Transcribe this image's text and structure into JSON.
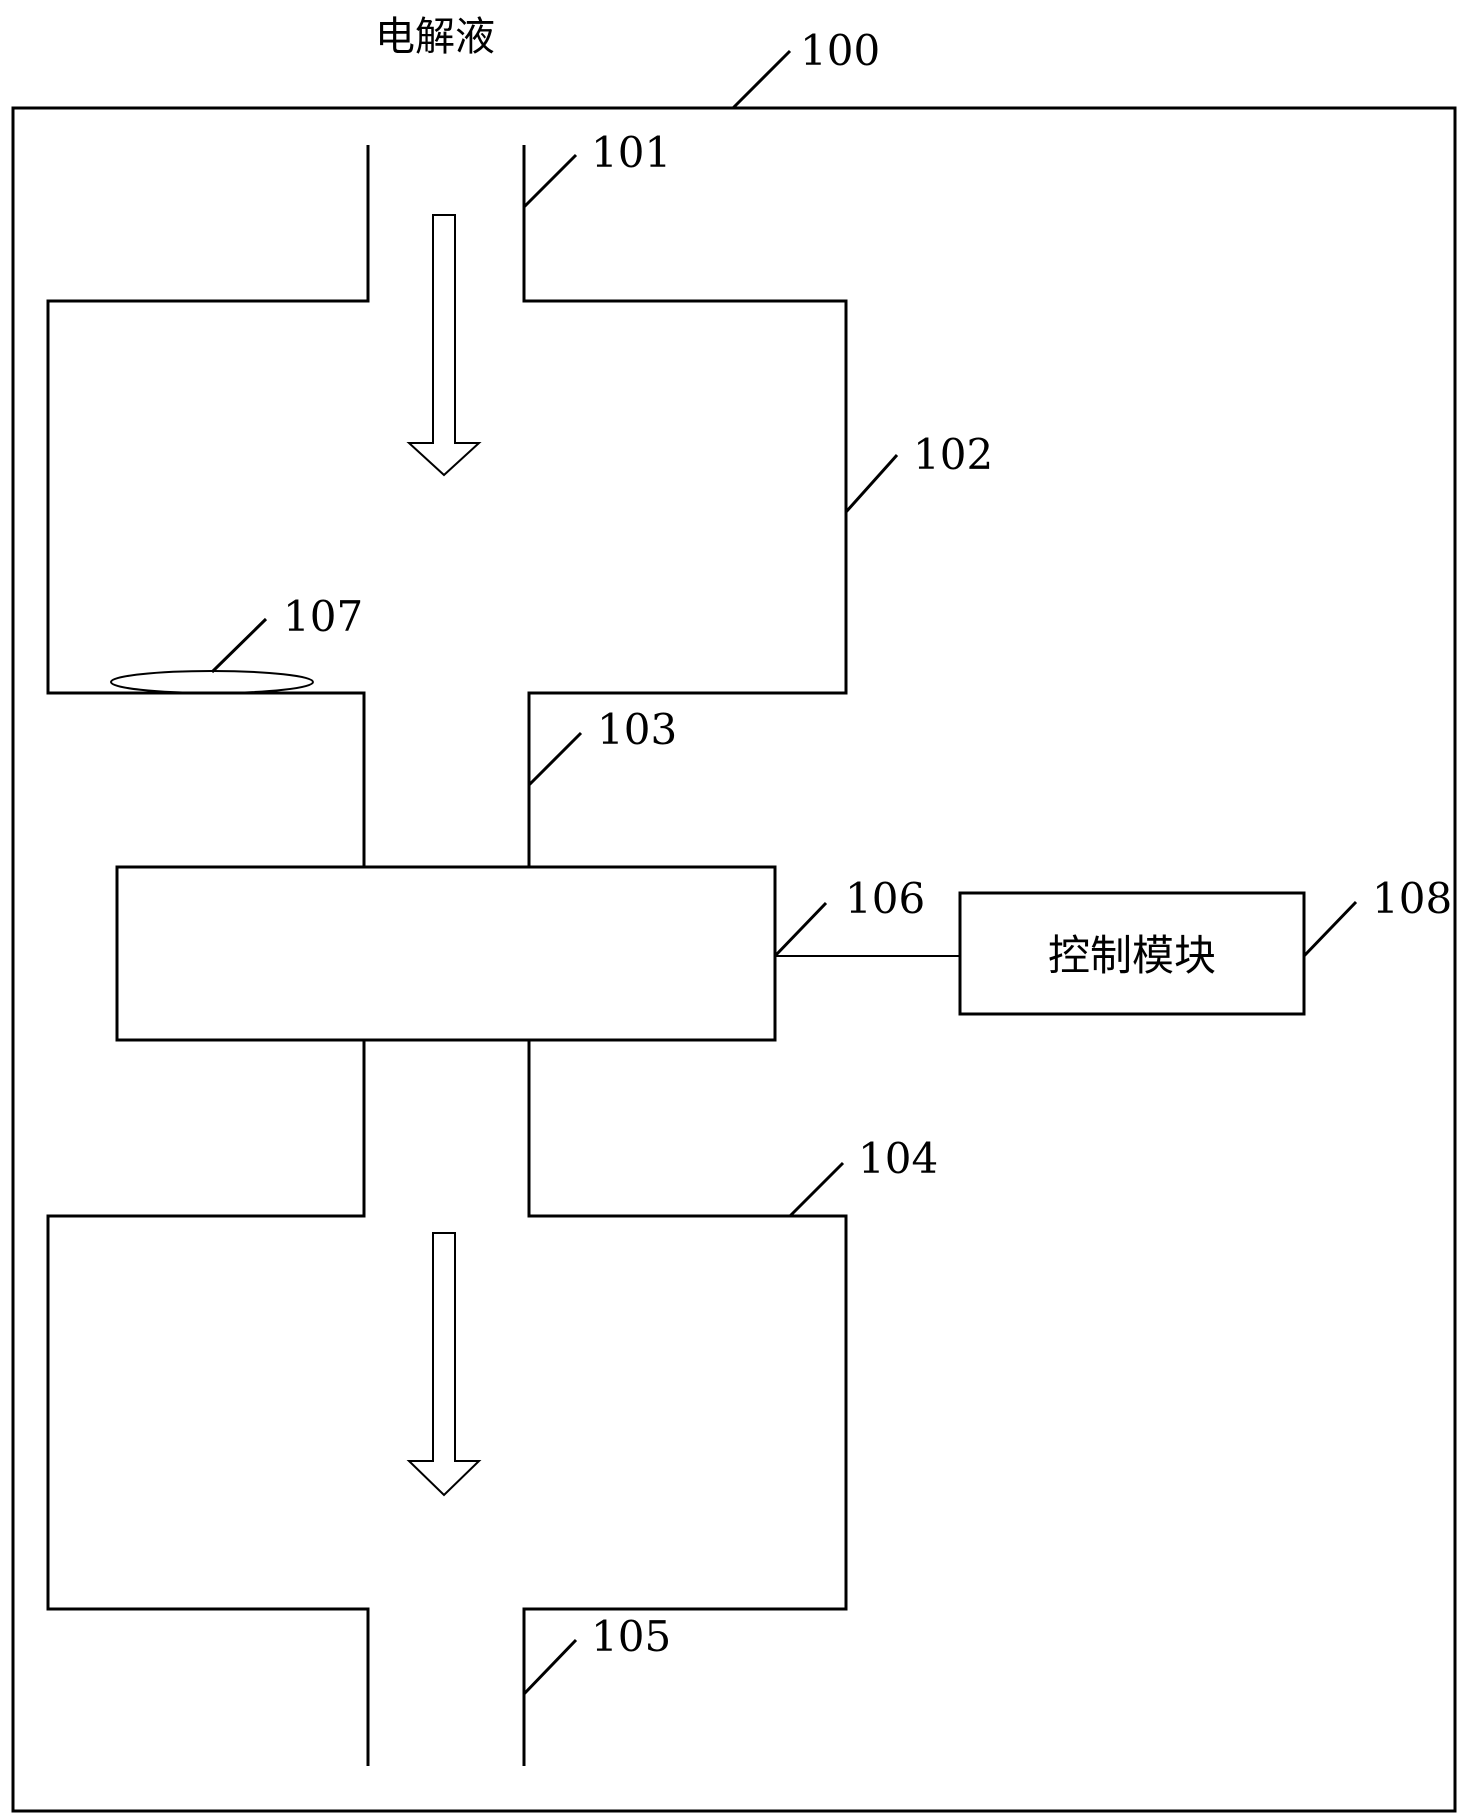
{
  "diagram": {
    "title": "电解液",
    "control_module_label": "控制模块",
    "refs": {
      "system": "100",
      "inlet": "101",
      "upper_chamber": "102",
      "channel": "103",
      "lower_chamber": "104",
      "outlet": "105",
      "sensor_block": "106",
      "ring": "107",
      "control_module": "108"
    },
    "colors": {
      "stroke": "#000000",
      "background": "#ffffff"
    }
  }
}
